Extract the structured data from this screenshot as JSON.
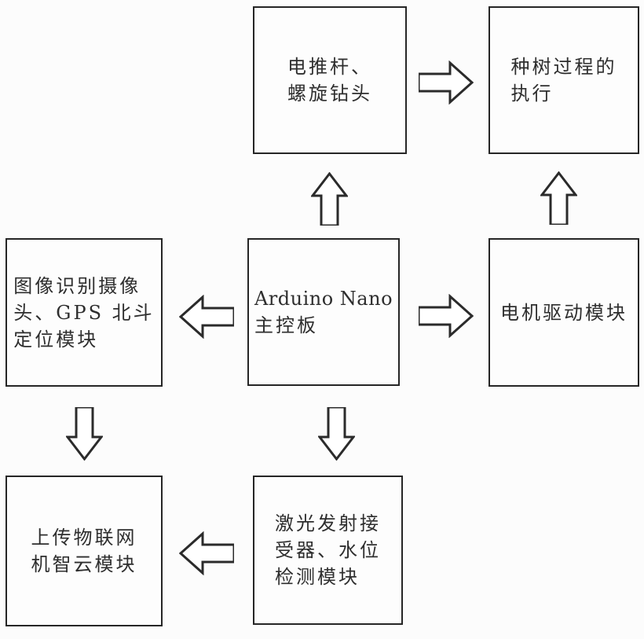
{
  "figure": {
    "title": "Arduino Nano control system block diagram",
    "background_color": "#fcfcfc",
    "line_color": "#2b2b2b",
    "text_color": "#2e2e2e"
  },
  "boxes": {
    "top_center": {
      "lines": [
        "电推杆、",
        "螺旋钻头"
      ]
    },
    "top_right": {
      "lines": [
        "种树过程的",
        "执行"
      ]
    },
    "mid_left": {
      "lines": [
        "图像识别摄像",
        "头、GPS 北斗",
        "定位模块"
      ]
    },
    "center": {
      "lines": [
        "Arduino Nano",
        "主控板"
      ]
    },
    "mid_right": {
      "lines": [
        "电机驱动模块"
      ]
    },
    "bottom_left": {
      "lines": [
        "上传物联网",
        "机智云模块"
      ]
    },
    "bottom_center": {
      "lines": [
        "激光发射接",
        "受器、水位",
        "检测模块"
      ]
    }
  },
  "connections": [
    {
      "from": "center",
      "to": "top_center",
      "direction": "up"
    },
    {
      "from": "top_center",
      "to": "top_right",
      "direction": "right"
    },
    {
      "from": "mid_right",
      "to": "top_right",
      "direction": "up"
    },
    {
      "from": "center",
      "to": "mid_left",
      "direction": "left"
    },
    {
      "from": "center",
      "to": "mid_right",
      "direction": "right"
    },
    {
      "from": "mid_left",
      "to": "bottom_left",
      "direction": "down"
    },
    {
      "from": "center",
      "to": "bottom_center",
      "direction": "down"
    },
    {
      "from": "bottom_center",
      "to": "bottom_left",
      "direction": "left"
    }
  ]
}
